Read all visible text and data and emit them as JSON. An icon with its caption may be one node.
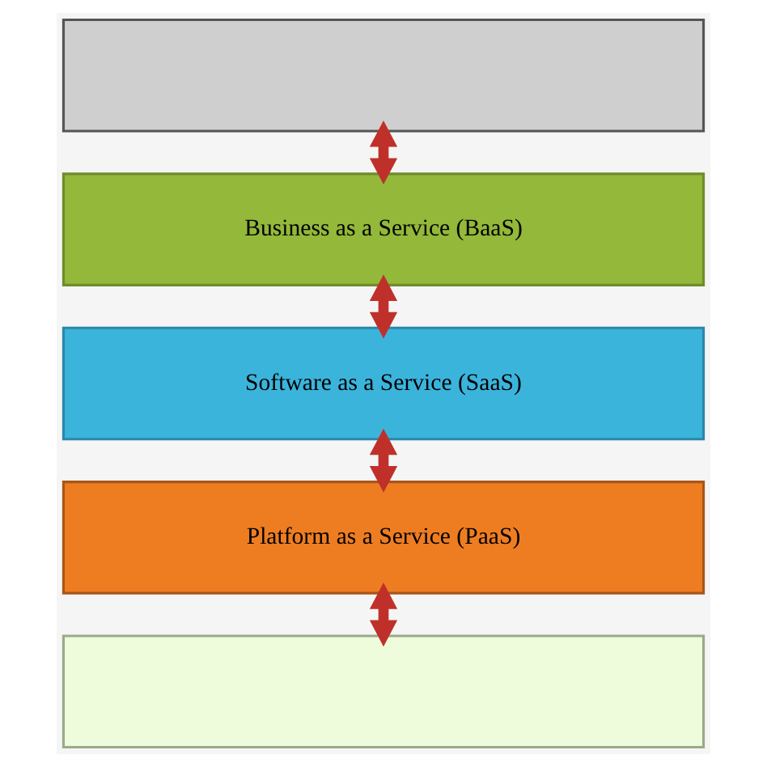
{
  "diagram": {
    "nodes": [
      {
        "text": [],
        "shape": "box"
      },
      {
        "text": [
          "Business as a Service (BaaS)"
        ]
      },
      {
        "text": [
          "Software as a Service (SaaS)"
        ]
      },
      {
        "text": [
          "Platform as a Service (PaaS)"
        ]
      },
      {
        "text": [],
        "shape": "box"
      }
    ],
    "edges": [
      {
        "from": 0,
        "to": 1,
        "arrow": "both",
        "color": "#c0302a"
      },
      {
        "from": 1,
        "to": 2,
        "arrow": "both",
        "color": "#c0302a"
      },
      {
        "from": 2,
        "to": 3,
        "arrow": "both",
        "color": "#c0302a"
      },
      {
        "from": 3,
        "to": 4,
        "arrow": "both",
        "color": "#c0302a"
      }
    ]
  }
}
